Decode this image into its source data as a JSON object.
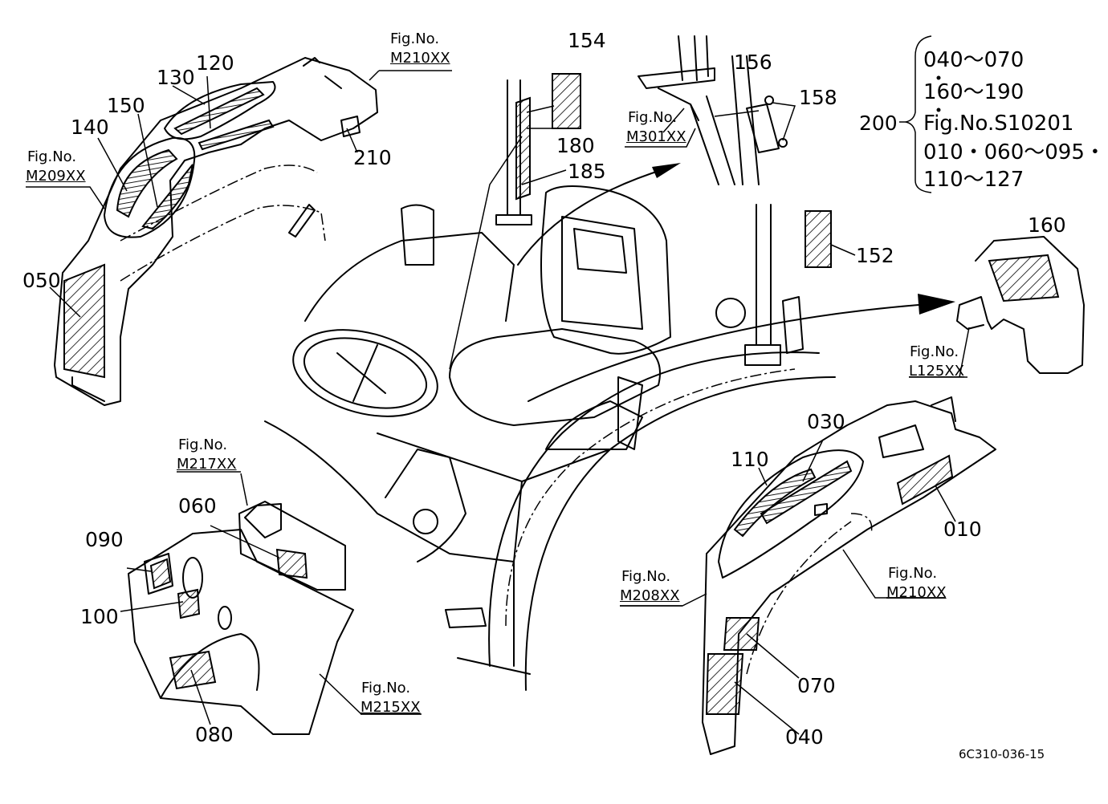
{
  "labels": {
    "l120": "120",
    "l130": "130",
    "l150": "150",
    "l140": "140",
    "l050": "050",
    "l154": "154",
    "l156": "156",
    "l158": "158",
    "l180": "180",
    "l185": "185",
    "l210": "210",
    "l152": "152",
    "l160": "160",
    "l200": "200",
    "l030": "030",
    "l110": "110",
    "l010": "010",
    "l070": "070",
    "l040": "040",
    "l060": "060",
    "l090": "090",
    "l100": "100",
    "l080": "080"
  },
  "figures": {
    "fig_caption": "Fig.No.",
    "m210_top": "M210XX",
    "m209": "M209XX",
    "m301": "M301XX",
    "l125": "L125XX",
    "m217": "M217XX",
    "m208": "M208XX",
    "m210_bottom": "M210XX",
    "m215": "M215XX"
  },
  "brace_group": {
    "lines": [
      "040～070",
      "160～190",
      "Fig.No.S10201",
      "010・060～095・",
      "110～127"
    ]
  },
  "drawing_code": "6C310-036-15"
}
